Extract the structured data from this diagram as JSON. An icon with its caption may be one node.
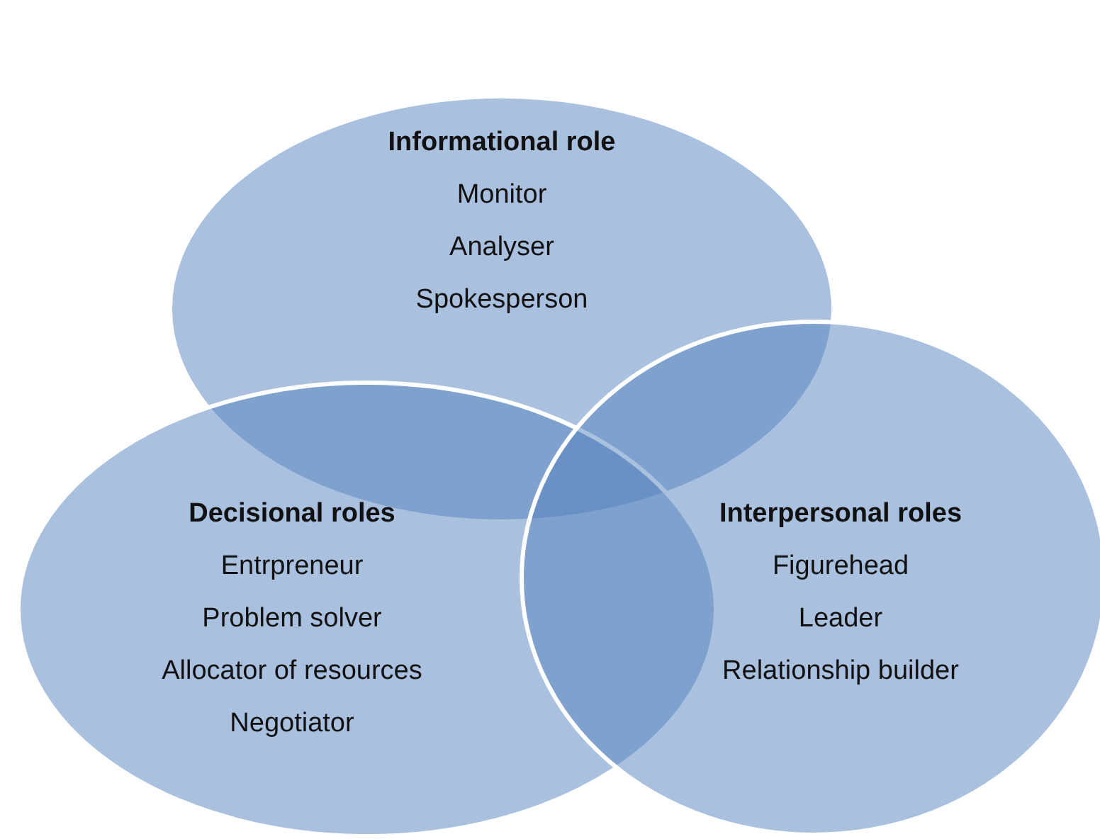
{
  "diagram": {
    "nodes": [
      {
        "text": [
          "Informational role",
          "Monitor",
          "Analyser",
          "Spokesperson"
        ]
      },
      {
        "text": [
          "Decisional roles",
          "Entrpreneur",
          "Problem solver",
          "Allocator of resources",
          "Negotiator"
        ]
      },
      {
        "text": [
          "Interpersonal roles",
          "Figurehead",
          "Leader",
          "Relationship builder"
        ]
      }
    ]
  }
}
